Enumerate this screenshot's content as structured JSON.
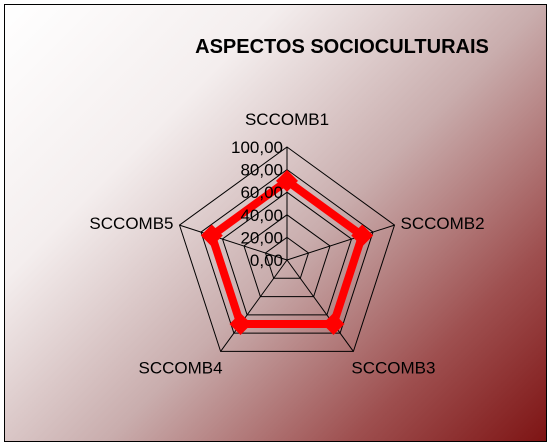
{
  "chart_data": {
    "type": "radar",
    "title": "ASPECTOS SOCIOCULTURAIS",
    "categories": [
      "SCCOMB1",
      "SCCOMB2",
      "SCCOMB3",
      "SCCOMB4",
      "SCCOMB5"
    ],
    "tick_labels": [
      "0,00",
      "20,00",
      "40,00",
      "60,00",
      "80,00",
      "100,00"
    ],
    "rlim": [
      0,
      100
    ],
    "grid": true,
    "legend": "none",
    "series": [
      {
        "values": [
          70,
          70,
          70,
          70,
          70
        ],
        "color": "#ff0000"
      }
    ],
    "colors": {
      "grid": "#000000",
      "series": "#ff0000",
      "background_end": "#7e1414"
    }
  }
}
